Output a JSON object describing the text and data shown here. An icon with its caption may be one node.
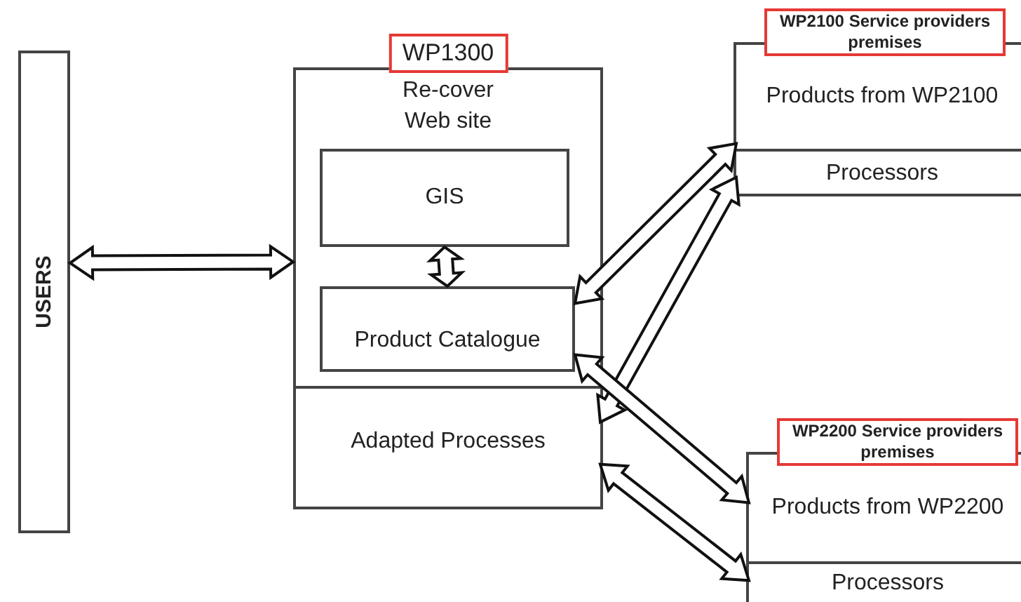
{
  "diagram": {
    "nodes": [
      {
        "text": [
          "USERS"
        ]
      },
      {
        "text": [
          "WP1300",
          "Re-cover Web site"
        ]
      },
      {
        "text": [
          "GIS"
        ],
        "in": 1
      },
      {
        "text": [
          "Product Catalogue"
        ],
        "in": 1
      },
      {
        "text": [
          "Adapted Processes"
        ],
        "in": 1
      },
      {
        "text": [
          "WP2100 Service providers premises"
        ]
      },
      {
        "text": [
          "Products from WP2100"
        ],
        "in": 5
      },
      {
        "text": [
          "Processors"
        ],
        "in": 5
      },
      {
        "text": [
          "WP2200 Service providers premises"
        ]
      },
      {
        "text": [
          "Products from WP2200"
        ],
        "in": 8
      },
      {
        "text": [
          "Processors"
        ],
        "in": 8
      }
    ],
    "edges": [
      {
        "from": 0,
        "to": 1,
        "arrow": "both"
      },
      {
        "from": 2,
        "to": 3,
        "arrow": "both"
      },
      {
        "from": 6,
        "to": 3,
        "arrow": "both"
      },
      {
        "from": 7,
        "to": 4,
        "arrow": "both"
      },
      {
        "from": 3,
        "to": 9,
        "arrow": "both"
      },
      {
        "from": 4,
        "to": 10,
        "arrow": "both"
      }
    ]
  }
}
